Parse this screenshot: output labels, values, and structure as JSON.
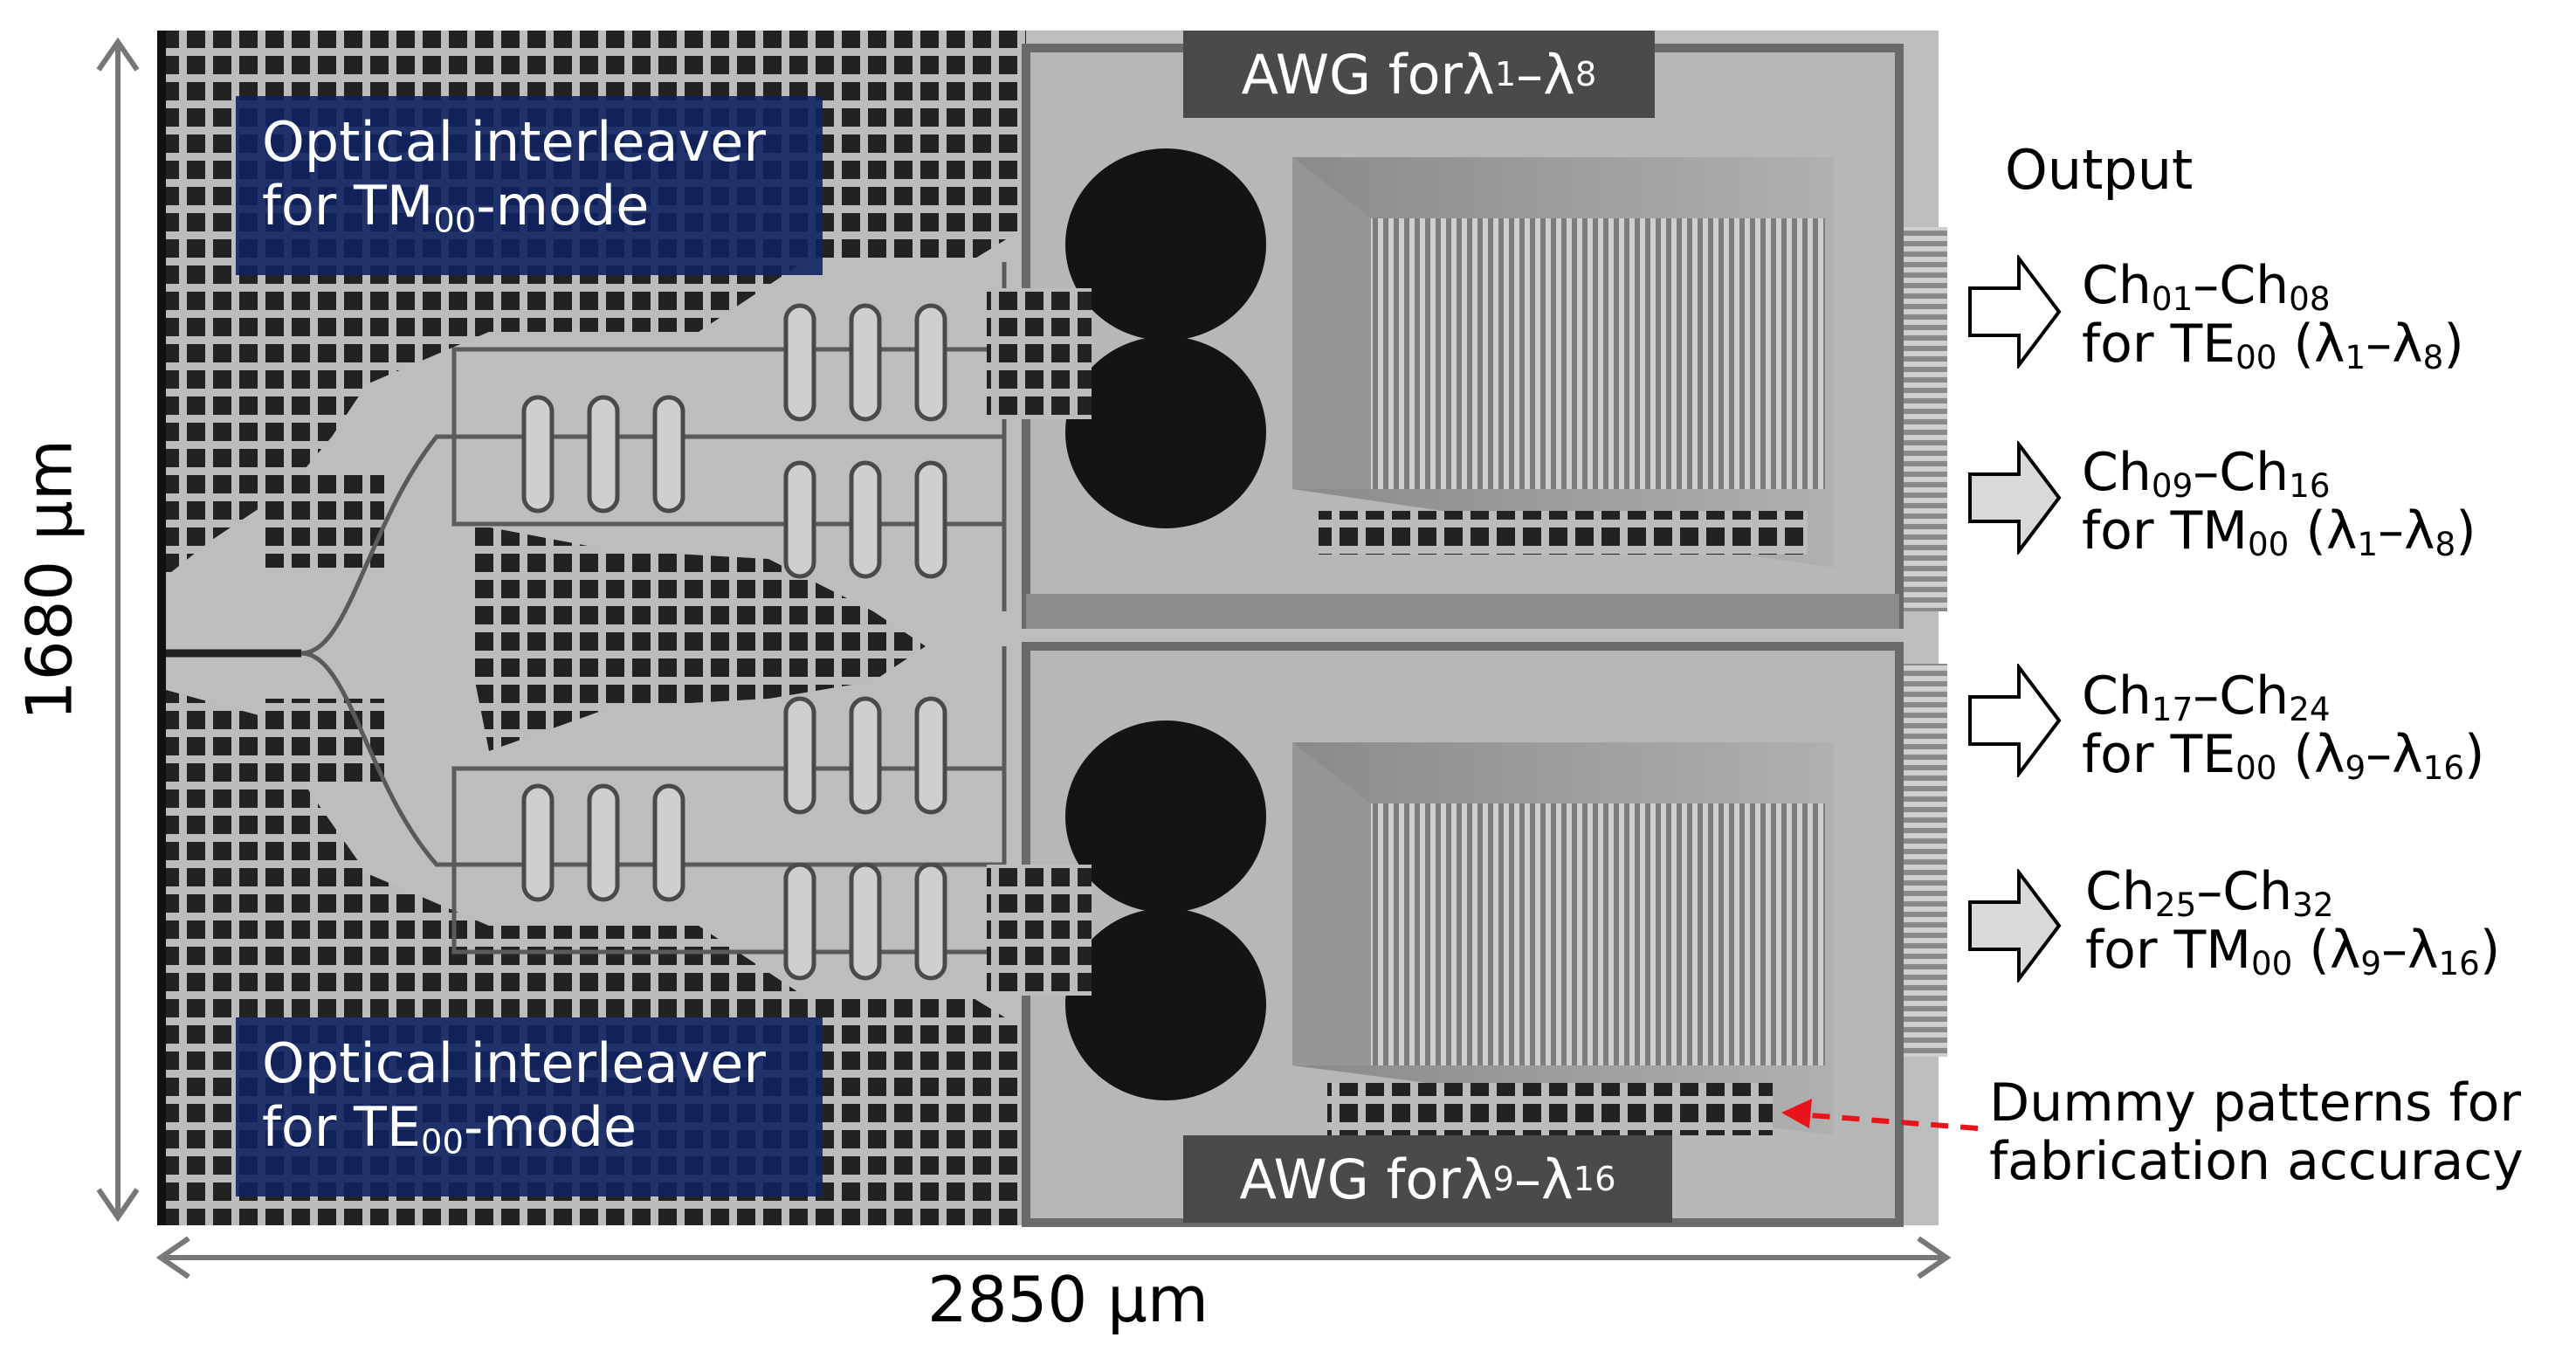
{
  "dimensions": {
    "height_label": "1680 μm",
    "width_label": "2850 μm"
  },
  "awg_top": {
    "prefix": "AWG for ",
    "l1": "λ",
    "s1": "1",
    "dash": "–",
    "l2": "λ",
    "s2": "8"
  },
  "awg_bottom": {
    "prefix": "AWG for ",
    "l1": "λ",
    "s1": "9",
    "dash": "–",
    "l2": "λ",
    "s2": "16"
  },
  "interleaver_tm": {
    "line1": "Optical interleaver",
    "pre": "for TM",
    "sub": "00",
    "post": "-mode"
  },
  "interleaver_te": {
    "line1": "Optical interleaver",
    "pre": "for TE",
    "sub": "00",
    "post": "-mode"
  },
  "output": {
    "title": "Output",
    "channels": [
      {
        "ch_a": "Ch",
        "a_sub": "01",
        "dash": "–",
        "ch_b": "Ch",
        "b_sub": "08",
        "mode": "for TE",
        "mode_sub": "00",
        "open": " (",
        "l1": "λ",
        "l1_sub": "1",
        "dash2": "–",
        "l2": "λ",
        "l2_sub": "8",
        "close": ")"
      },
      {
        "ch_a": "Ch",
        "a_sub": "09",
        "dash": "–",
        "ch_b": "Ch",
        "b_sub": "16",
        "mode": "for TM",
        "mode_sub": "00",
        "open": " (",
        "l1": "λ",
        "l1_sub": "1",
        "dash2": "–",
        "l2": "λ",
        "l2_sub": "8",
        "close": ")"
      },
      {
        "ch_a": "Ch",
        "a_sub": "17",
        "dash": "–",
        "ch_b": "Ch",
        "b_sub": "24",
        "mode": "for TE",
        "mode_sub": "00",
        "open": " (",
        "l1": "λ",
        "l1_sub": "9",
        "dash2": "–",
        "l2": "λ",
        "l2_sub": "16",
        "close": ")"
      },
      {
        "ch_a": "Ch",
        "a_sub": "25",
        "dash": "–",
        "ch_b": "Ch",
        "b_sub": "32",
        "mode": "for TM",
        "mode_sub": "00",
        "open": " (",
        "l1": "λ",
        "l1_sub": "9",
        "dash2": "–",
        "l2": "λ",
        "l2_sub": "16",
        "close": ")"
      }
    ]
  },
  "dummy_note": {
    "line1": "Dummy patterns for",
    "line2": "fabrication accuracy"
  },
  "colors": {
    "chip_background": "#b9b9b9",
    "dummy_square": "#222222",
    "interleaver_box": "#102260",
    "awg_label_bg": "#4a4a4a",
    "arrow_te_fill": "#ffffff",
    "arrow_tm_fill": "#d9d9d9",
    "annotation_arrow": "#e8141b"
  },
  "icons": {
    "arrow_te": "hollow-right-arrow-icon",
    "arrow_tm": "grey-right-arrow-icon",
    "dimension": "double-headed-arrow-icon",
    "annotation": "dashed-red-arrow-icon"
  }
}
